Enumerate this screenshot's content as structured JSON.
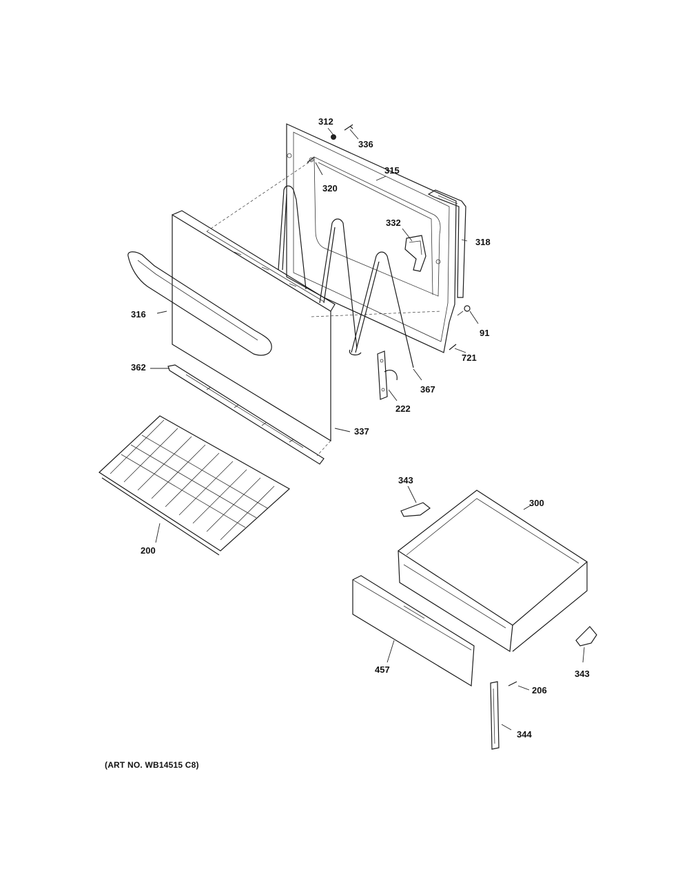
{
  "parts": [
    {
      "id": "312",
      "label": "312"
    },
    {
      "id": "336",
      "label": "336"
    },
    {
      "id": "315",
      "label": "315"
    },
    {
      "id": "320",
      "label": "320"
    },
    {
      "id": "332",
      "label": "332"
    },
    {
      "id": "318",
      "label": "318"
    },
    {
      "id": "316",
      "label": "316"
    },
    {
      "id": "91",
      "label": "91"
    },
    {
      "id": "721",
      "label": "721"
    },
    {
      "id": "362",
      "label": "362"
    },
    {
      "id": "367",
      "label": "367"
    },
    {
      "id": "222",
      "label": "222"
    },
    {
      "id": "337",
      "label": "337"
    },
    {
      "id": "343a",
      "label": "343"
    },
    {
      "id": "300",
      "label": "300"
    },
    {
      "id": "200",
      "label": "200"
    },
    {
      "id": "343b",
      "label": "343"
    },
    {
      "id": "457",
      "label": "457"
    },
    {
      "id": "206",
      "label": "206"
    },
    {
      "id": "344",
      "label": "344"
    }
  ],
  "footer": {
    "art_number": "(ART NO. WB14515 C8)"
  }
}
